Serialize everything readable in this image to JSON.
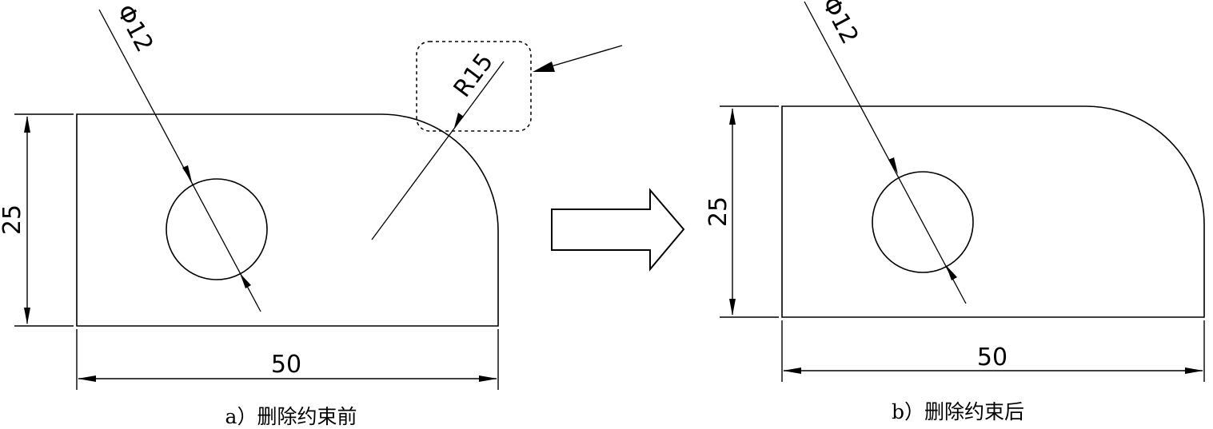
{
  "panel_a": {
    "caption": "a）删除约束前",
    "dims": {
      "width": "50",
      "height": "25",
      "diameter": "Φ12",
      "radius": "R15"
    }
  },
  "panel_b": {
    "caption": "b）删除约束后",
    "dims": {
      "width": "50",
      "height": "25",
      "diameter": "Φ12"
    }
  }
}
